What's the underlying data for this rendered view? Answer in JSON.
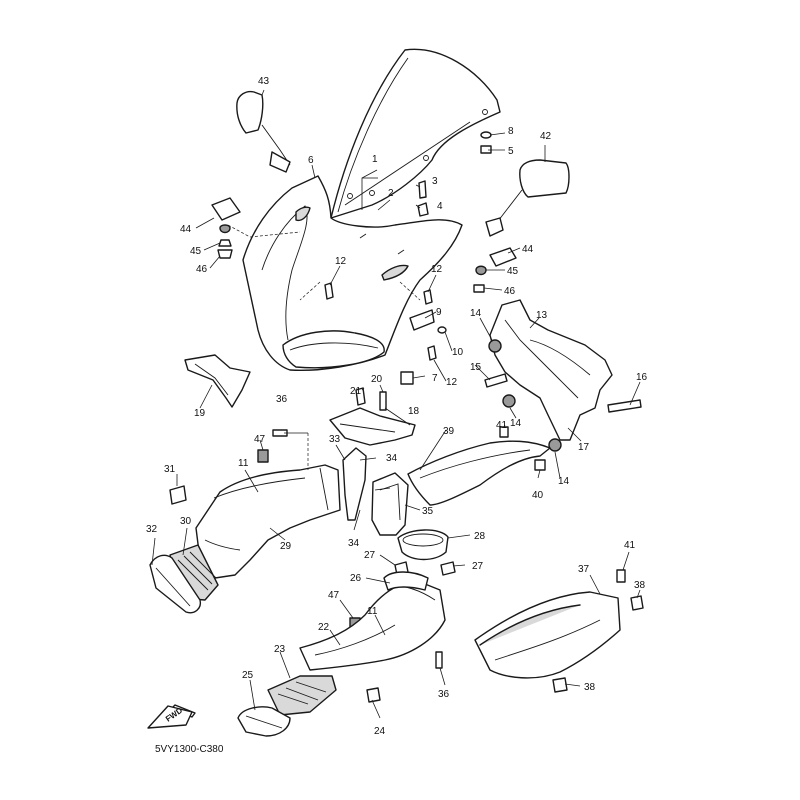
{
  "diagram": {
    "callouts": [
      {
        "id": "c1",
        "label": "1"
      },
      {
        "id": "c2",
        "label": "2"
      },
      {
        "id": "c3",
        "label": "3"
      },
      {
        "id": "c4",
        "label": "4"
      },
      {
        "id": "c5",
        "label": "5"
      },
      {
        "id": "c6",
        "label": "6"
      },
      {
        "id": "c7",
        "label": "7"
      },
      {
        "id": "c8",
        "label": "8"
      },
      {
        "id": "c9",
        "label": "9"
      },
      {
        "id": "c10",
        "label": "10"
      },
      {
        "id": "c11a",
        "label": "11"
      },
      {
        "id": "c11b",
        "label": "11"
      },
      {
        "id": "c12a",
        "label": "12"
      },
      {
        "id": "c12b",
        "label": "12"
      },
      {
        "id": "c12c",
        "label": "12"
      },
      {
        "id": "c13",
        "label": "13"
      },
      {
        "id": "c14a",
        "label": "14"
      },
      {
        "id": "c14b",
        "label": "14"
      },
      {
        "id": "c14c",
        "label": "14"
      },
      {
        "id": "c15",
        "label": "15"
      },
      {
        "id": "c16",
        "label": "16"
      },
      {
        "id": "c17",
        "label": "17"
      },
      {
        "id": "c18",
        "label": "18"
      },
      {
        "id": "c19",
        "label": "19"
      },
      {
        "id": "c20",
        "label": "20"
      },
      {
        "id": "c21",
        "label": "21"
      },
      {
        "id": "c22",
        "label": "22"
      },
      {
        "id": "c23",
        "label": "23"
      },
      {
        "id": "c24",
        "label": "24"
      },
      {
        "id": "c25",
        "label": "25"
      },
      {
        "id": "c26",
        "label": "26"
      },
      {
        "id": "c27a",
        "label": "27"
      },
      {
        "id": "c27b",
        "label": "27"
      },
      {
        "id": "c28",
        "label": "28"
      },
      {
        "id": "c29",
        "label": "29"
      },
      {
        "id": "c30",
        "label": "30"
      },
      {
        "id": "c31",
        "label": "31"
      },
      {
        "id": "c32",
        "label": "32"
      },
      {
        "id": "c33",
        "label": "33"
      },
      {
        "id": "c34a",
        "label": "34"
      },
      {
        "id": "c34b",
        "label": "34"
      },
      {
        "id": "c35",
        "label": "35"
      },
      {
        "id": "c36a",
        "label": "36"
      },
      {
        "id": "c36b",
        "label": "36"
      },
      {
        "id": "c37",
        "label": "37"
      },
      {
        "id": "c38a",
        "label": "38"
      },
      {
        "id": "c38b",
        "label": "38"
      },
      {
        "id": "c39",
        "label": "39"
      },
      {
        "id": "c40",
        "label": "40"
      },
      {
        "id": "c41a",
        "label": "41"
      },
      {
        "id": "c41b",
        "label": "41"
      },
      {
        "id": "c42",
        "label": "42"
      },
      {
        "id": "c43",
        "label": "43"
      },
      {
        "id": "c44a",
        "label": "44"
      },
      {
        "id": "c44b",
        "label": "44"
      },
      {
        "id": "c45a",
        "label": "45"
      },
      {
        "id": "c45b",
        "label": "45"
      },
      {
        "id": "c46a",
        "label": "46"
      },
      {
        "id": "c46b",
        "label": "46"
      },
      {
        "id": "c47a",
        "label": "47"
      },
      {
        "id": "c47b",
        "label": "47"
      }
    ],
    "fwd_label": "FWD",
    "drawing_code": "5VY1300-C380"
  }
}
